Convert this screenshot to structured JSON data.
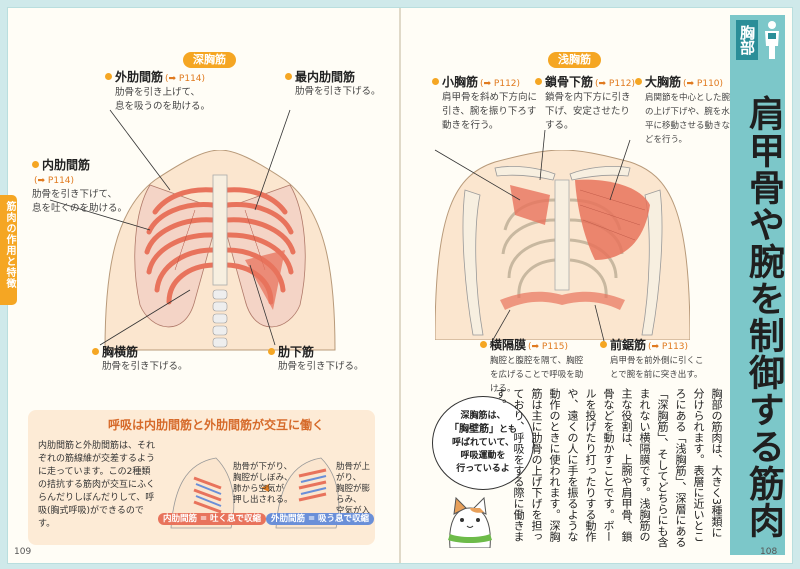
{
  "side_tab": "筋肉の作用と特徴",
  "left": {
    "section": "深胸筋",
    "labels": {
      "ext_intercostal": {
        "name": "外肋間筋",
        "ref": "(➡ P114)",
        "desc": "肋骨を引き上げて、\n息を吸うのを助ける。"
      },
      "innermost_intercostal": {
        "name": "最内肋間筋",
        "ref": "",
        "desc": "肋骨を引き下げる。"
      },
      "int_intercostal": {
        "name": "内肋間筋",
        "ref": "(➡ P114)",
        "desc": "肋骨を引き下げて、\n息を吐くのを助ける。"
      },
      "transversus_thoracis": {
        "name": "胸横筋",
        "ref": "",
        "desc": "肋骨を引き下げる。"
      },
      "subcostal": {
        "name": "肋下筋",
        "ref": "",
        "desc": "肋骨を引き下げる。"
      }
    },
    "page_number": "109",
    "info": {
      "title": "呼吸は内肋間筋と外肋間筋が交互に働く",
      "text": "内肋間筋と外肋間筋は、それぞれの筋線維が交差するように走っています。この2種類の拮抗する筋肉が交互にふくらんだりしぼんだりして、呼吸(胸式呼吸)ができるのです。",
      "cap_left": "肋骨が下がり、\n胸腔がしぼみ、\n肺から空気が\n押し出される。",
      "cap_right": "肋骨が上がり、\n胸腔が膨らみ、\n空気が入る。",
      "pill_left": "内肋間筋 = 吐く息で収縮",
      "pill_right": "外肋間筋 = 吸う息で収縮"
    }
  },
  "right": {
    "section": "浅胸筋",
    "labels": {
      "pec_minor": {
        "name": "小胸筋",
        "ref": "(➡ P112)",
        "desc": "肩甲骨を斜め下方向に\n引き、腕を振り下ろす\n動きを行う。"
      },
      "subclavius": {
        "name": "鎖骨下筋",
        "ref": "(➡ P112)",
        "desc": "鎖骨を内下方に引き\n下げ、安定させたり\nする。"
      },
      "pec_major": {
        "name": "大胸筋",
        "ref": "(➡ P110)",
        "desc": "肩関節を中心とした腕\nの上げ下げや、腕を水\n平に移動させる動きな\nどを行う。"
      },
      "diaphragm": {
        "name": "横隔膜",
        "ref": "(➡ P115)",
        "desc": "胸腔と腹腔を隔て、胸腔\nを広げることで呼吸を助\nける。"
      },
      "serratus_ant": {
        "name": "前鋸筋",
        "ref": "(➡ P113)",
        "desc": "肩甲骨を前外側に引くこ\nとで腕を前に突き出す。"
      }
    },
    "page_number": "108",
    "title_icon": "胸部",
    "title": "肩甲骨や腕を制御する筋肉",
    "body": "胸部の筋肉は、大きく3種類に分けられます。表層に近いところにある「浅胸筋」、深層にある「深胸筋」、そしてどちらにも含まれない横隔膜です。浅胸筋の主な役割は、上腕や肩甲骨、鎖骨などを動かすことです。ボールを投げたり打ったりする動作や、遠くの人に手を振るような動作のときに使われます。深胸筋は主に肋骨の上げ下げを担っており、呼吸をする際に働きます。",
    "bubble": {
      "l1": "深胸筋は、",
      "kw": "「胸壁筋」",
      "l2": "とも",
      "l3": "呼ばれていて、",
      "l4": "呼吸運動を",
      "l5": "行っているよ"
    }
  },
  "colors": {
    "accent": "#f5a623",
    "muscle": "#e8735c",
    "teal": "#7cc7c9",
    "bg": "#cfe9ea"
  }
}
